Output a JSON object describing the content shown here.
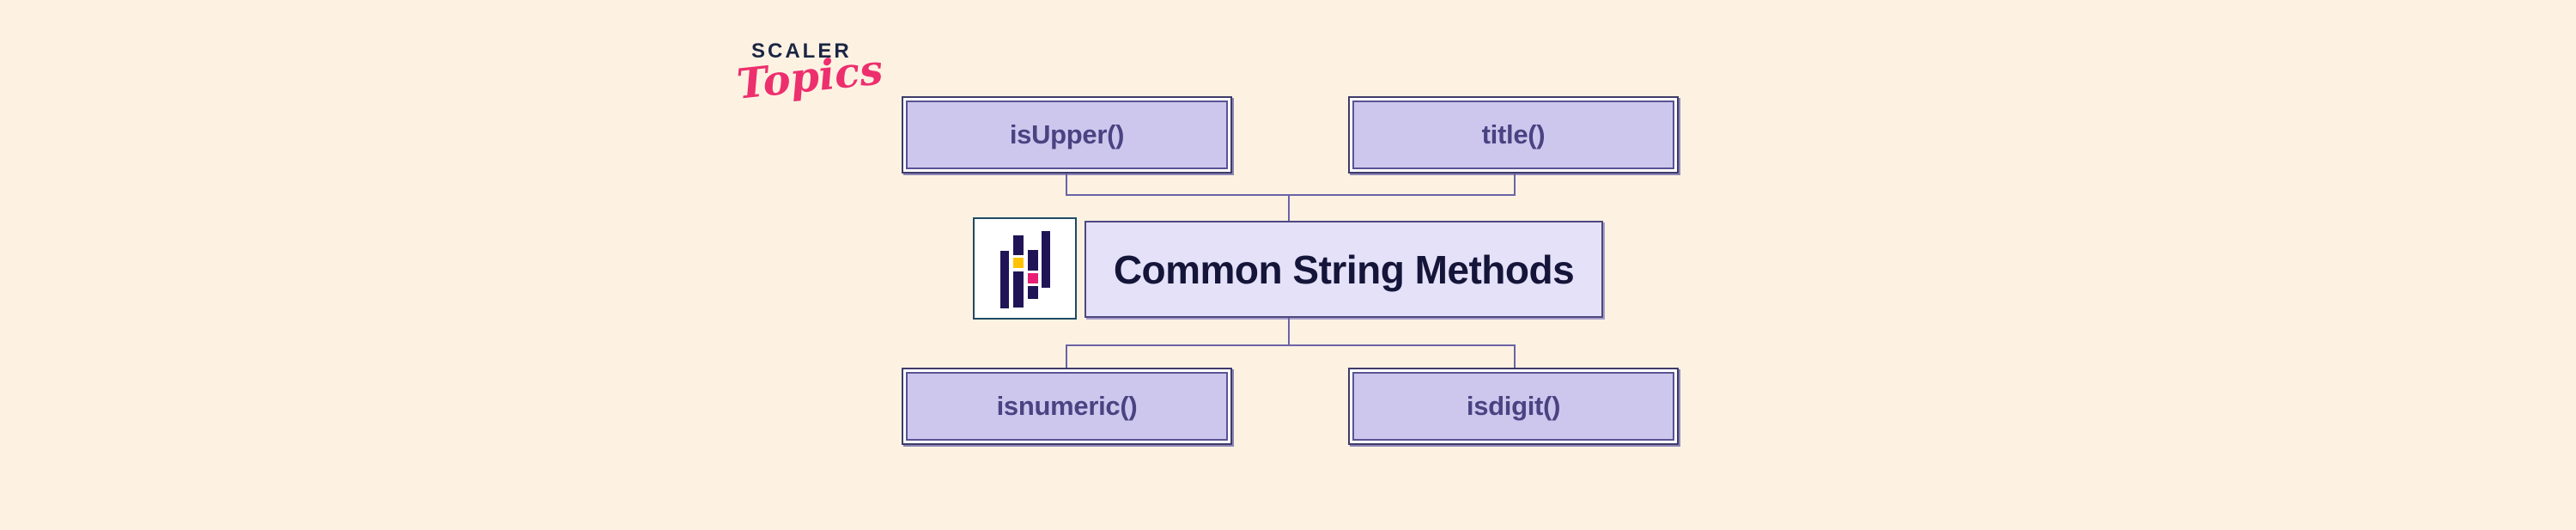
{
  "logo": {
    "brand": "SCALER",
    "product": "Topics"
  },
  "diagram": {
    "title": "Common String Methods",
    "top_methods": [
      {
        "label": "isUpper()"
      },
      {
        "label": "title()"
      }
    ],
    "bottom_methods": [
      {
        "label": "isnumeric()"
      },
      {
        "label": "isdigit()"
      }
    ]
  },
  "icons": {
    "center": "scaler-bars-icon"
  },
  "colors": {
    "background": "#fdf2e2",
    "method_box_fill": "#cdc7ee",
    "method_box_outer_border": "#3f3b6b",
    "method_box_inner_border": "#5a5294",
    "method_text": "#4a4382",
    "center_box_fill": "#e4e1f8",
    "center_box_border": "#4e4880",
    "center_text": "#15153a",
    "connector": "#6b63a6",
    "icon_box_border": "#1f4a63",
    "icon_navy": "#201457",
    "icon_yellow": "#fec200",
    "icon_magenta": "#ea1d75",
    "brand_text": "#1b2544",
    "brand_accent": "#ed2f6e"
  }
}
